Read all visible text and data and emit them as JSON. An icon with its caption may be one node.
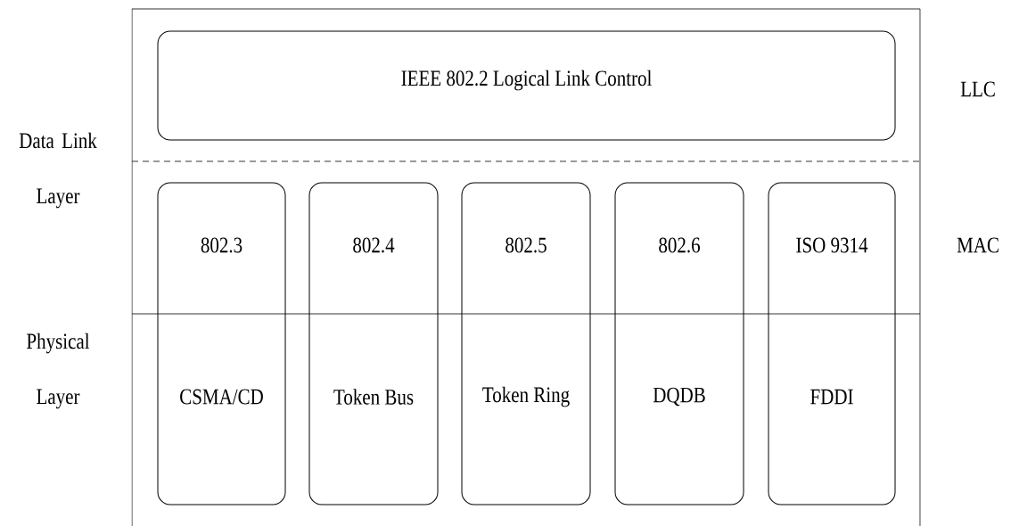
{
  "diagram": {
    "nodes": [
      {
        "text": [
          "IEEE 802.2  Logical Link Control"
        ]
      },
      {
        "text": [
          "802.3",
          "CSMA/CD"
        ]
      },
      {
        "text": [
          "802.4",
          "Token Bus"
        ]
      },
      {
        "text": [
          "802.5",
          "Token Ring"
        ]
      },
      {
        "text": [
          "802.6",
          "DQDB"
        ]
      },
      {
        "text": [
          "ISO 9314",
          "FDDI"
        ]
      }
    ],
    "labels": [
      "LLC",
      "Data Link Layer",
      "MAC",
      "Physical Layer"
    ]
  }
}
